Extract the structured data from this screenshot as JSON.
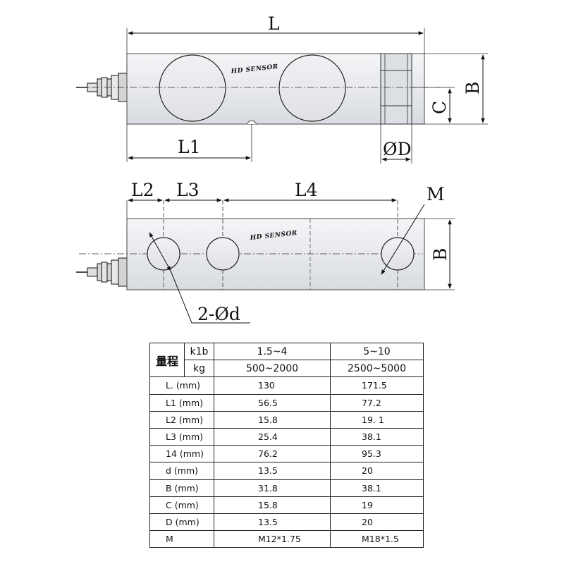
{
  "drawing": {
    "watermark": "HD SENSOR",
    "dimensions": {
      "L": "L",
      "L1": "L1",
      "B": "B",
      "C": "C",
      "D": "ØD",
      "L2": "L2",
      "L3": "L3",
      "L4": "L4",
      "M": "M",
      "d": "2-Ød"
    }
  },
  "table": {
    "header": {
      "range_label": "量程",
      "unit_klb": "k1b",
      "unit_kg": "kg",
      "col1_klb": "1.5~4",
      "col2_klb": "5~10",
      "col1_kg": "500~2000",
      "col2_kg": "2500~5000"
    },
    "rows": [
      {
        "label": "L. (mm)",
        "v1": "130",
        "v2": "171.5"
      },
      {
        "label": "L1 (mm)",
        "v1": "56.5",
        "v2": "77.2"
      },
      {
        "label": "L2  (mm)",
        "v1": "15.8",
        "v2": "19. 1"
      },
      {
        "label": "L3  (mm)",
        "v1": "25.4",
        "v2": "38.1"
      },
      {
        "label": "14 (mm)",
        "v1": "76.2",
        "v2": "95.3"
      },
      {
        "label": "d (mm)",
        "v1": "13.5",
        "v2": "20"
      },
      {
        "label": "B (mm)",
        "v1": "31.8",
        "v2": "38.1"
      },
      {
        "label": "C  (mm)",
        "v1": "15.8",
        "v2": "19"
      },
      {
        "label": "D (mm)",
        "v1": "13.5",
        "v2": "20"
      },
      {
        "label": "M",
        "v1": "M12*1.75",
        "v2": "M18*1.5"
      }
    ]
  }
}
